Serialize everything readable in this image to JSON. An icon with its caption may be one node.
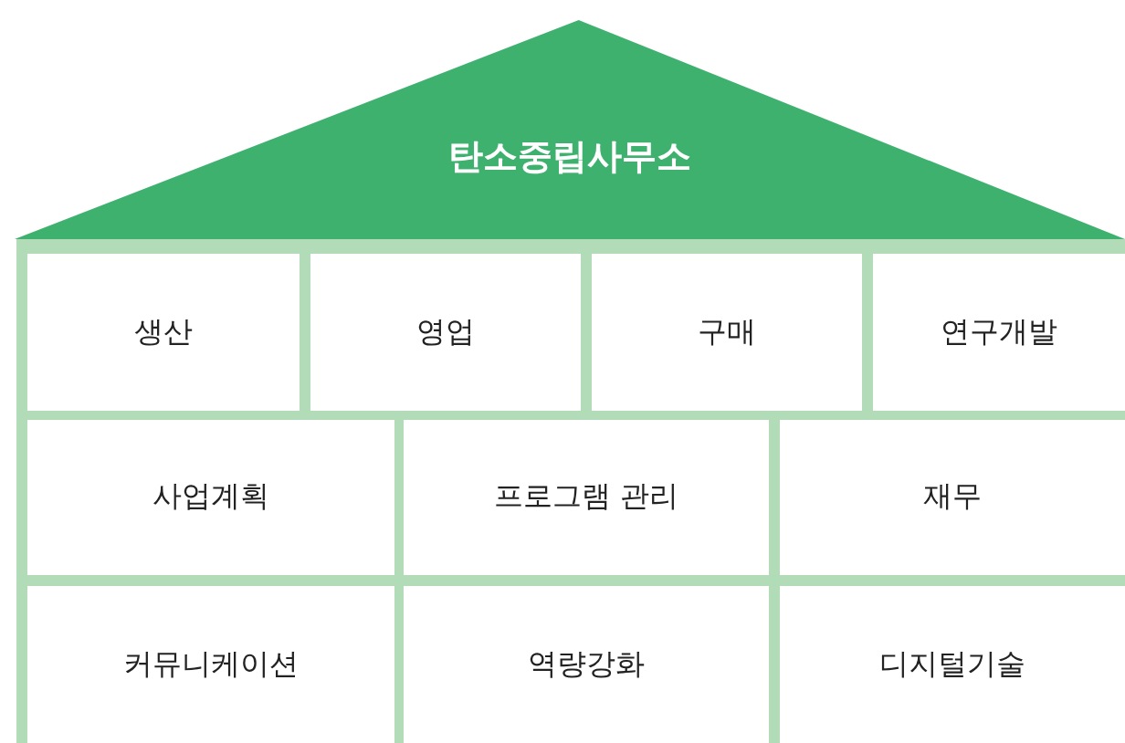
{
  "diagram": {
    "nodes": [
      {
        "text": [
          "탄소중립사무소"
        ]
      },
      {
        "text": [],
        "shape": "box"
      },
      {
        "text": [
          "생산"
        ],
        "in": 1
      },
      {
        "text": [
          "영업"
        ],
        "in": 1
      },
      {
        "text": [
          "구매"
        ],
        "in": 1
      },
      {
        "text": [
          "연구개발"
        ],
        "in": 1
      },
      {
        "text": [
          "사업계획"
        ],
        "in": 1
      },
      {
        "text": [
          "프로그램 관리"
        ],
        "in": 1
      },
      {
        "text": [
          "재무"
        ],
        "in": 1
      },
      {
        "text": [
          "커뮤니케이션"
        ],
        "in": 1
      },
      {
        "text": [
          "역량강화"
        ],
        "in": 1
      },
      {
        "text": [
          "디지털기술"
        ],
        "in": 1
      }
    ]
  }
}
